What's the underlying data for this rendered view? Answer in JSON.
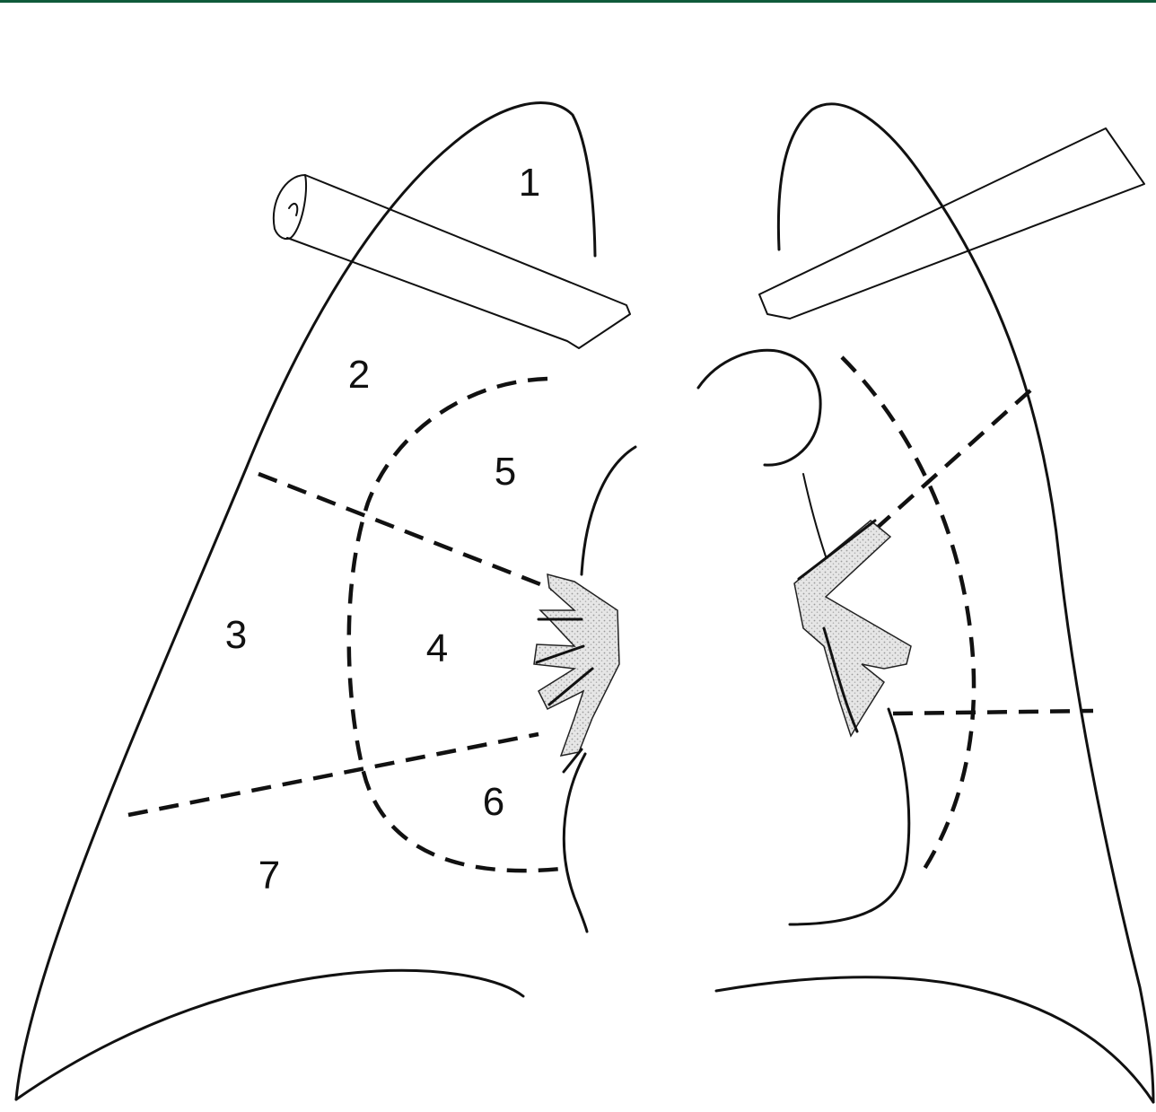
{
  "colors": {
    "top_rule": "#0f5a3a",
    "ink": "#111111",
    "background": "#ffffff"
  },
  "zones": [
    {
      "id": "1",
      "label": "1"
    },
    {
      "id": "2",
      "label": "2"
    },
    {
      "id": "3",
      "label": "3"
    },
    {
      "id": "4",
      "label": "4"
    },
    {
      "id": "5",
      "label": "5"
    },
    {
      "id": "6",
      "label": "6"
    },
    {
      "id": "7",
      "label": "7"
    }
  ]
}
